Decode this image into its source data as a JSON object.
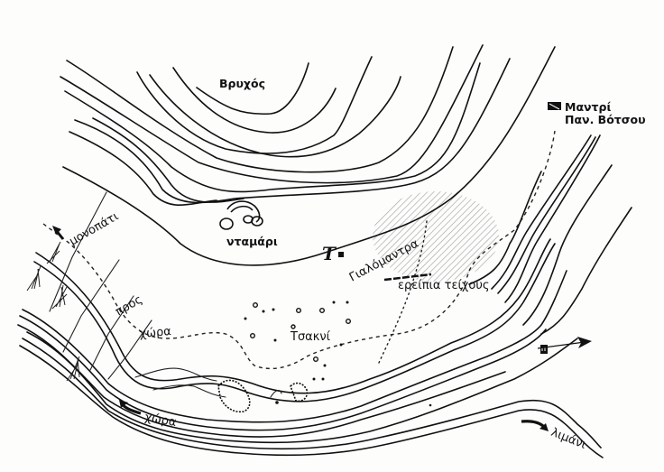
{
  "map": {
    "type": "topographic sketch map",
    "background_color": "#fdfdfc",
    "ink_color": "#111111",
    "hatch_color": "#9a9a9a",
    "labels": {
      "hill": "Βρυχός",
      "ntamari": "νταμάρι",
      "gialomantra": "Γιαλόμαντρα",
      "wall_ruins": "ερείπια τείχους",
      "tsakni": "Τσακνί",
      "path": "μονοπάτι προς χώρα",
      "path_words": [
        "μονοπάτι",
        "προς",
        "χώρα"
      ],
      "to_chora": "χώρα",
      "to_limani": "λιμάνι",
      "mantri_line1": "Μαντρί",
      "mantri_line2": "Παν. Βότσου",
      "site_marker": "T"
    },
    "symbols": {
      "mantri_icon": "filled-flag-rectangle",
      "site_marker_icon": "filled-square",
      "north_arrow_icon": "square-with-arrow",
      "hatched_area": "gialomantra-ancient-site",
      "wall_ruins_line": "thick-dashed-line"
    }
  }
}
